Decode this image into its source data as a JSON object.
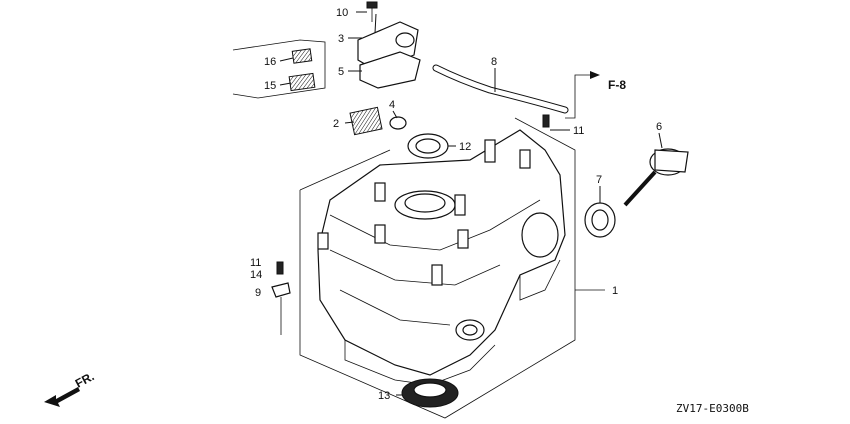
{
  "callouts": {
    "c1": "1",
    "c2": "2",
    "c3": "3",
    "c4": "4",
    "c5": "5",
    "c6": "6",
    "c7": "7",
    "c8": "8",
    "c9": "9",
    "c10": "10",
    "c11a": "11",
    "c11b": "11",
    "c12": "12",
    "c13": "13",
    "c14": "14",
    "c15": "15",
    "c16": "16"
  },
  "reference": "F-8",
  "front_label": "FR.",
  "diagram_code": "ZV17-E0300B"
}
